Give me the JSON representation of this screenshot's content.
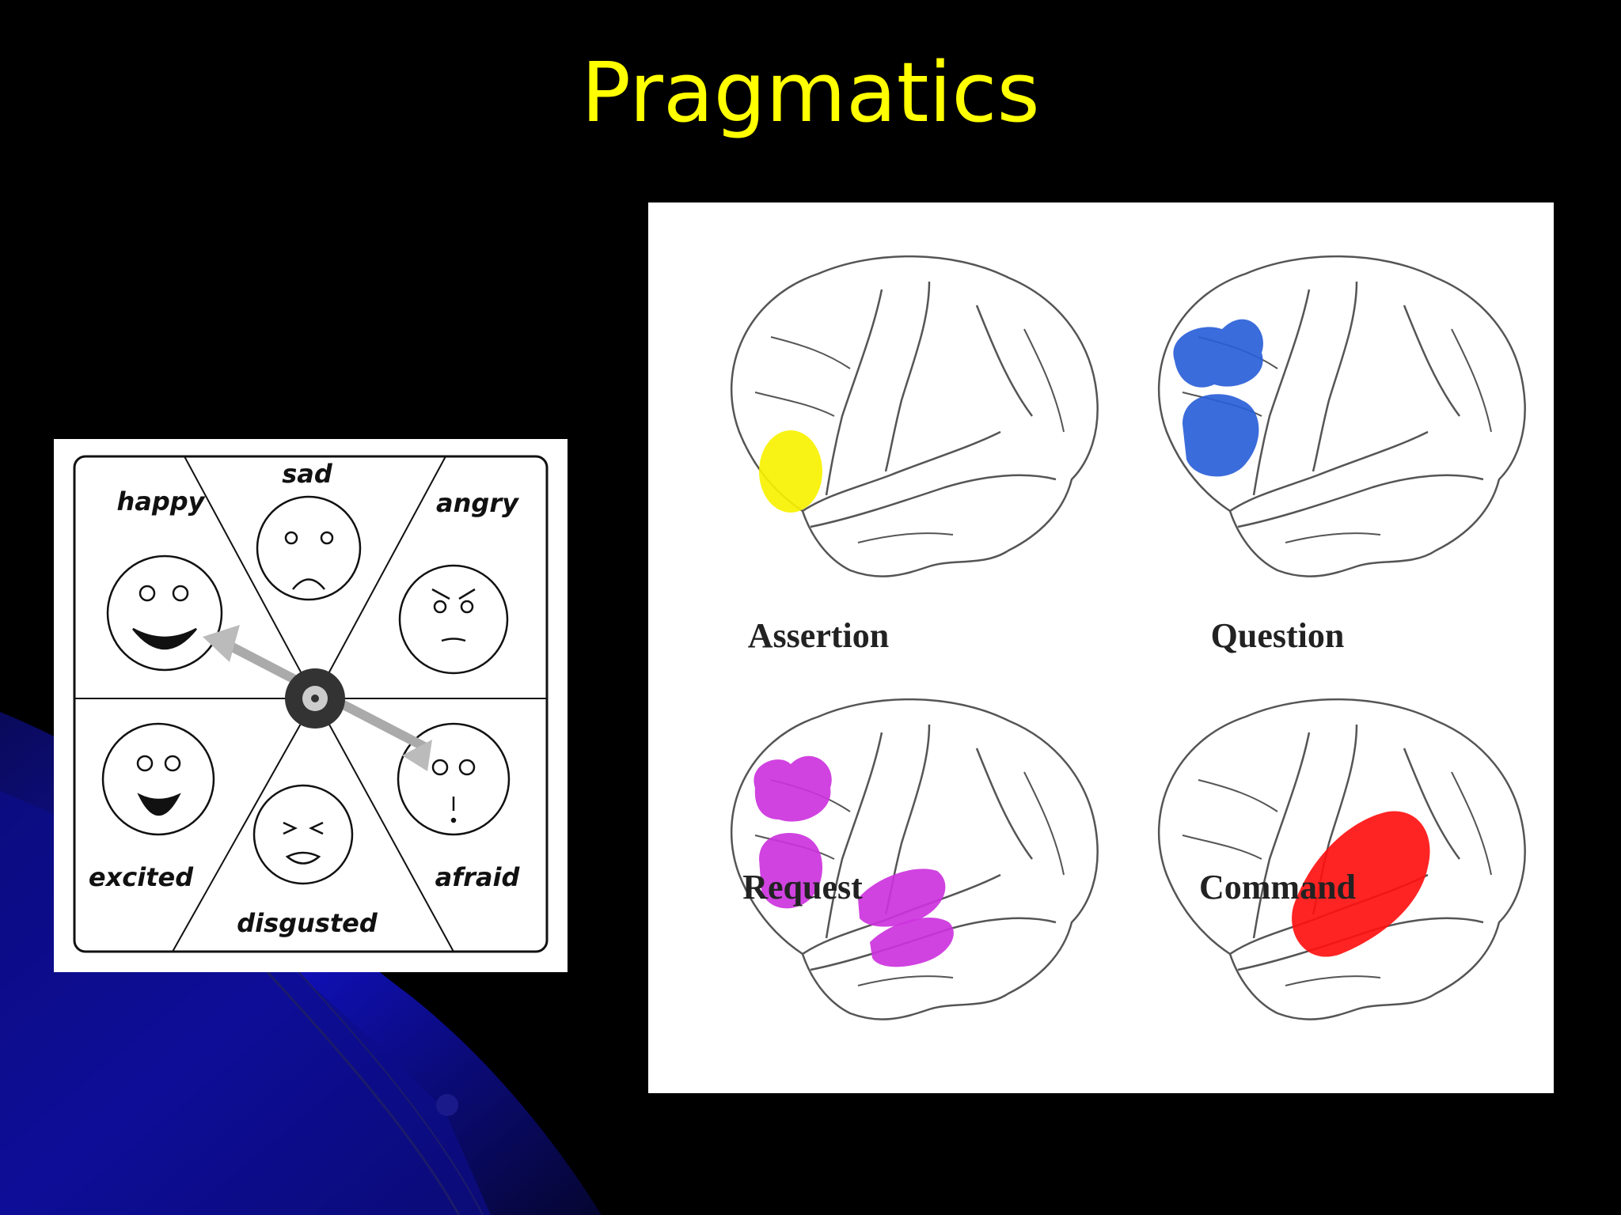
{
  "slide": {
    "title": "Pragmatics"
  },
  "emotion_wheel": {
    "labels": {
      "happy": "happy",
      "sad": "sad",
      "angry": "angry",
      "excited": "excited",
      "disgusted": "disgusted",
      "afraid": "afraid"
    }
  },
  "brain_panels": [
    {
      "label": "Assertion",
      "highlight_color": "#f7f200"
    },
    {
      "label": "Question",
      "highlight_color": "#2a5fd8"
    },
    {
      "label": "Request",
      "highlight_color": "#cc33dd"
    },
    {
      "label": "Command",
      "highlight_color": "#ff1111"
    }
  ]
}
